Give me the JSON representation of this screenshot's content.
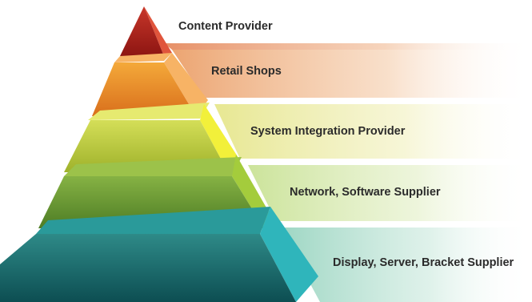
{
  "tiers": [
    {
      "id": "content",
      "label": "Content Provider",
      "colors": {
        "front_light": "#c8372a",
        "front_dark": "#8d1512",
        "side": "#e0553c",
        "band": "#e58a5f"
      }
    },
    {
      "id": "retail",
      "label": "Retail Shops",
      "colors": {
        "front_light": "#f4a93a",
        "front_dark": "#d96f1c",
        "side": "#f7b365",
        "band": "#e9a070"
      }
    },
    {
      "id": "system",
      "label": "System Integration Provider",
      "colors": {
        "front_light": "#cdd94a",
        "front_dark": "#9fb22b",
        "side": "#f2f03a",
        "band": "#eaeaa0"
      }
    },
    {
      "id": "network",
      "label": "Network, Software Supplier",
      "colors": {
        "front_light": "#79a83c",
        "front_dark": "#4e7d25",
        "side": "#a4cc3c",
        "band": "#d3e6a6"
      }
    },
    {
      "id": "display",
      "label": "Display, Server, Bracket Supplier",
      "colors": {
        "front_light": "#2e8a88",
        "front_dark": "#0d4e52",
        "side": "#2fb5bb",
        "band": "#a8dcc8"
      }
    }
  ]
}
